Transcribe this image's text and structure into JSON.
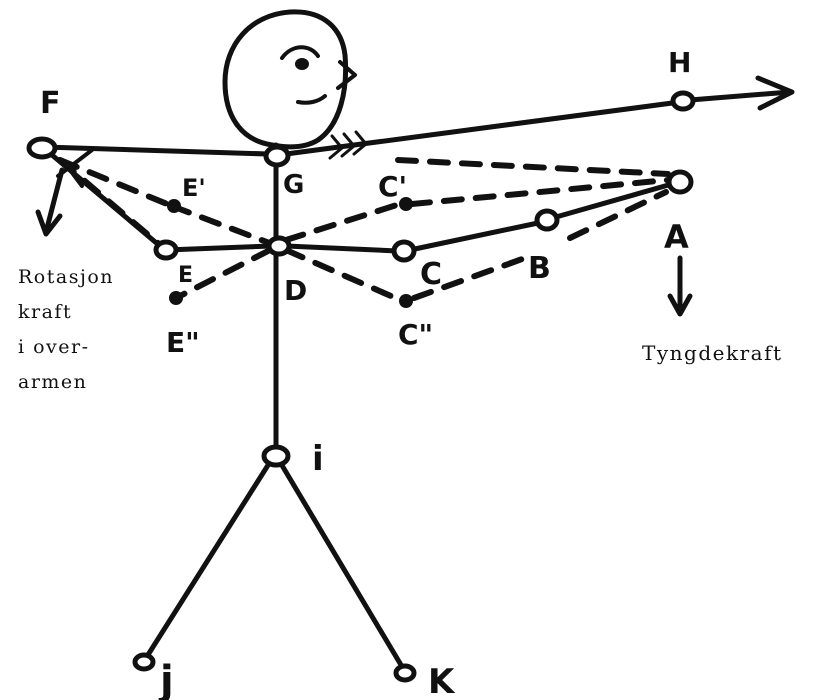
{
  "points": {
    "A": "A",
    "B": "B",
    "C": "C",
    "C1": "C'",
    "C2": "C\"",
    "D": "D",
    "E": "E",
    "E1": "E'",
    "E2": "E\"",
    "F": "F",
    "G": "G",
    "H": "H",
    "I": "i",
    "J": "j",
    "K": "K"
  },
  "notes": {
    "rotation": [
      "Rotasjon",
      "kraft",
      "i over-",
      "armen"
    ],
    "gravity": "Tyngdekraft"
  }
}
